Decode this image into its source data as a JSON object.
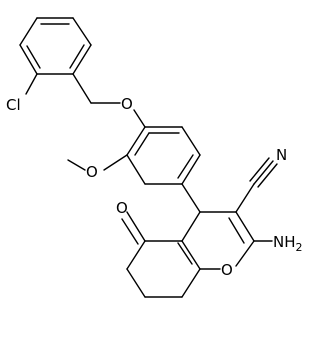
{
  "atom_labels": {
    "chlorine": "Cl",
    "ether_oxygen": "O",
    "methoxy_oxygen": "O",
    "nitrile_nitrogen": "N",
    "ketone_oxygen": "O",
    "ring_oxygen": "O",
    "amino_group": "NH2"
  },
  "colors": {
    "bond": "#000000",
    "text": "#000000",
    "background": "#ffffff"
  }
}
